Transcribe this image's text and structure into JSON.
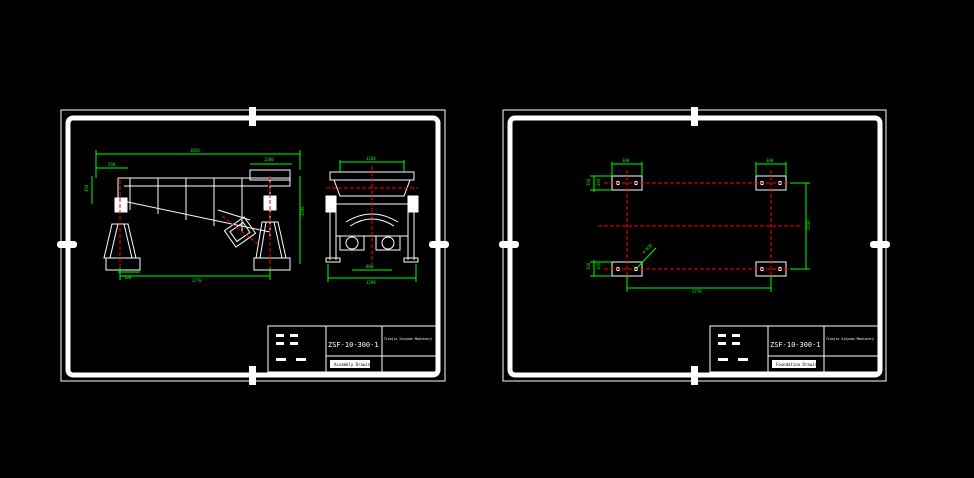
{
  "colors": {
    "background": "#000000",
    "frame": "#ffffff",
    "dimension": "#00ff00",
    "centerline": "#ff0000",
    "geometry": "#ffffff"
  },
  "sheets": [
    {
      "title_block": {
        "drawing_no": "ZSF-10-300-1",
        "company": "Tianjin Xinyuan Machinery",
        "drawing_name": "Assembly Drawing"
      },
      "dimensions": {
        "overall_length": "3050",
        "top_left": "590",
        "top_right": "1200",
        "bottom_left": "500",
        "bottom_base": "2770",
        "left_height": "350",
        "right_height": "1000",
        "front_width": "1160",
        "front_base": "800",
        "front_total": "1290"
      }
    },
    {
      "title_block": {
        "drawing_no": "ZSF-10-300-1",
        "company": "Tianjin Xinyuan Machinery",
        "drawing_name": "Foundation Drawing"
      },
      "dimensions": {
        "pad_left": "300",
        "pad_right": "300",
        "span": "2770",
        "height": "1100",
        "left_a": "100",
        "left_b": "200",
        "left_c": "100",
        "left_d": "100",
        "diag": "4-M20"
      }
    }
  ]
}
